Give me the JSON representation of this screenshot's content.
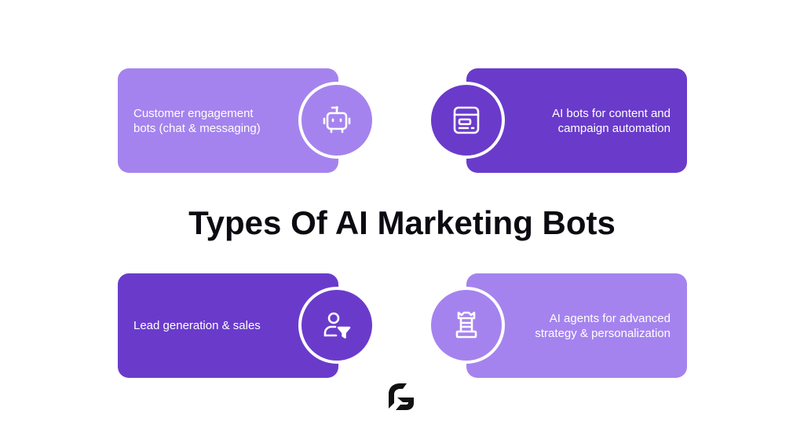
{
  "title": "Types Of AI Marketing Bots",
  "colors": {
    "light_purple": "#a583ee",
    "dark_purple": "#6a3bcb",
    "title_text": "#0b0b12",
    "card_text": "#ffffff"
  },
  "cards": [
    {
      "text": "Customer engagement\nbots (chat & messaging)",
      "icon": "robot-icon",
      "color": "light_purple"
    },
    {
      "text": "AI bots for content and\ncampaign automation",
      "icon": "dashboard-window-icon",
      "color": "dark_purple"
    },
    {
      "text": "Lead generation & sales",
      "icon": "user-funnel-icon",
      "color": "dark_purple"
    },
    {
      "text": "AI agents for advanced\nstrategy & personalization",
      "icon": "chess-rook-icon",
      "color": "light_purple"
    }
  ],
  "logo": {
    "icon": "brand-g-logo-icon"
  }
}
